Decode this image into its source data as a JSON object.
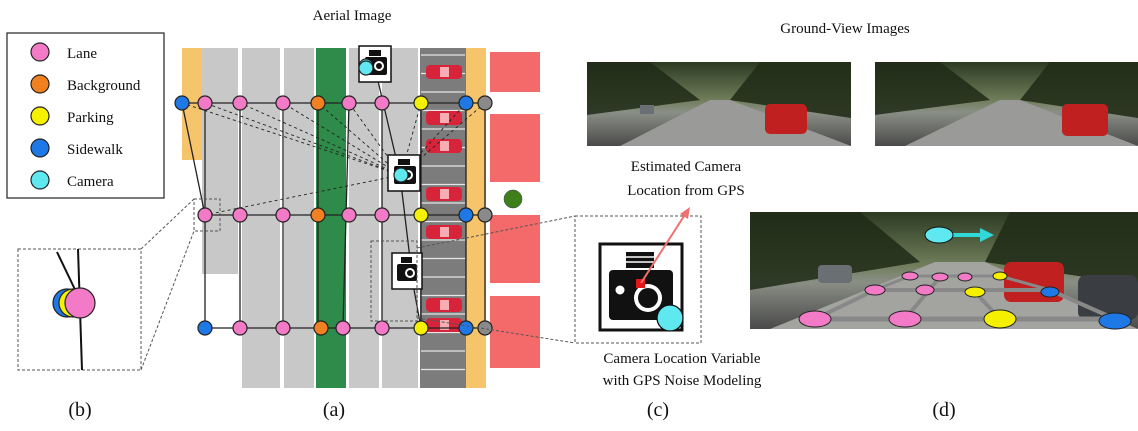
{
  "titles": {
    "aerial": "Aerial Image",
    "ground": "Ground-View Images"
  },
  "legend": [
    {
      "label": "Lane",
      "color": "#f27ac6"
    },
    {
      "label": "Background",
      "color": "#f08020"
    },
    {
      "label": "Parking",
      "color": "#f5f000"
    },
    {
      "label": "Sidewalk",
      "color": "#1e78e6"
    },
    {
      "label": "Camera",
      "color": "#5fe8f0"
    }
  ],
  "annotations": {
    "estimated_line1": "Estimated Camera",
    "estimated_line2": "Location from GPS",
    "variable_line1": "Camera Location Variable",
    "variable_line2": "with GPS Noise Modeling"
  },
  "panel_labels": {
    "b": "(b)",
    "a": "(a)",
    "c": "(c)",
    "d": "(d)"
  },
  "colors": {
    "lane": "#f27ac6",
    "background": "#f08020",
    "parking": "#f5f000",
    "sidewalk": "#1e78e6",
    "camera": "#5fe8f0",
    "unknown_node": "#8a8a8a",
    "road_gray": "#c8c8c8",
    "median_green": "#2e8b4a",
    "sidewalk_orange": "#f6c46a",
    "building_red": "#f46a6a",
    "parking_lot": "#7c7c7c",
    "car_red": "#d8243a",
    "tree_green": "#3f7f1a",
    "gps_arrow": "#f07070",
    "cyan_arrow": "#30d8d8"
  }
}
